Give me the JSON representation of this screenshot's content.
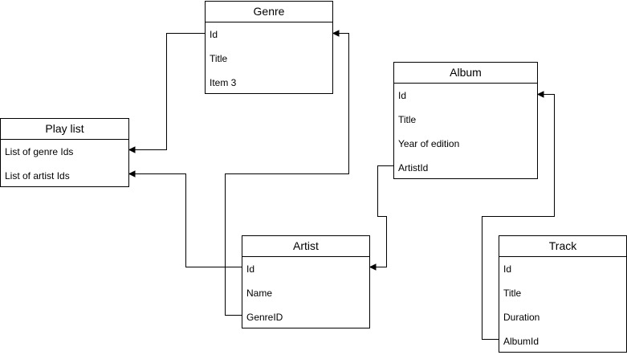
{
  "entities": {
    "genre": {
      "title": "Genre",
      "fields": [
        "Id",
        "Title",
        "Item 3"
      ]
    },
    "album": {
      "title": "Album",
      "fields": [
        "Id",
        "Title",
        "Year of edition",
        "ArtistId"
      ]
    },
    "playlist": {
      "title": "Play list",
      "fields": [
        "List of genre Ids",
        "List of artist Ids"
      ]
    },
    "artist": {
      "title": "Artist",
      "fields": [
        "Id",
        "Name",
        "GenreID"
      ]
    },
    "track": {
      "title": "Track",
      "fields": [
        "Id",
        "Title",
        "Duration",
        "AlbumId"
      ]
    }
  },
  "relations": [
    {
      "from": "Genre.Id",
      "to": "Play list.List of genre Ids"
    },
    {
      "from": "Artist.Id",
      "to": "Play list.List of artist Ids"
    },
    {
      "from": "Artist.GenreID",
      "to": "Genre.Id"
    },
    {
      "from": "Album.ArtistId",
      "to": "Artist.Id"
    },
    {
      "from": "Track.AlbumId",
      "to": "Album.Id"
    }
  ]
}
